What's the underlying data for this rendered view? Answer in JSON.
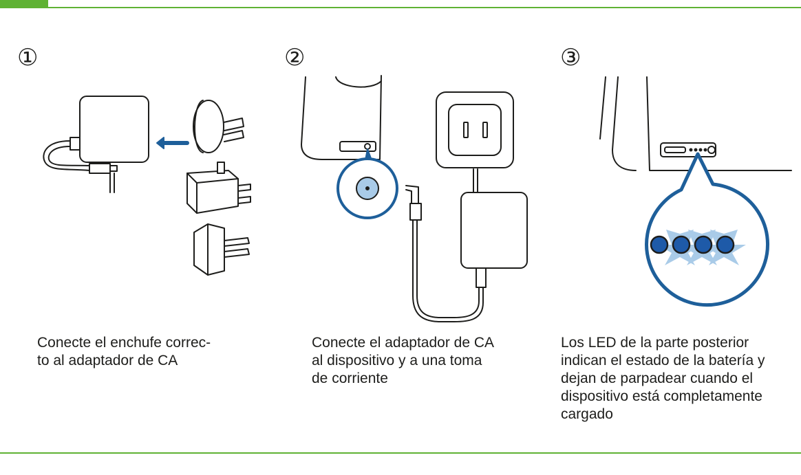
{
  "steps": [
    {
      "number": "①",
      "caption_lines": [
        "Conecte el enchufe correc-",
        "to al adaptador de CA"
      ]
    },
    {
      "number": "②",
      "caption_lines": [
        "Conecte el adaptador de CA",
        "al dispositivo y a una toma",
        "de corriente"
      ]
    },
    {
      "number": "③",
      "caption_lines": [
        "Los LED de la parte posterior",
        "indican el estado de la batería y",
        "dejan de parpadear cuando el",
        "dispositivo está completamente",
        "cargado"
      ]
    }
  ],
  "colors": {
    "accent_green": "#5fb233",
    "highlight_blue": "#1e5f9a",
    "highlight_fill": "#a9cbe8",
    "arrow_blue": "#1e5f9a",
    "led_blue": "#1e5aa8",
    "line": "#1d1d1b"
  },
  "icons": [
    "ac-adapter-icon",
    "plug-adapter-icon",
    "device-port-icon",
    "wall-outlet-icon",
    "led-indicator-icon"
  ]
}
